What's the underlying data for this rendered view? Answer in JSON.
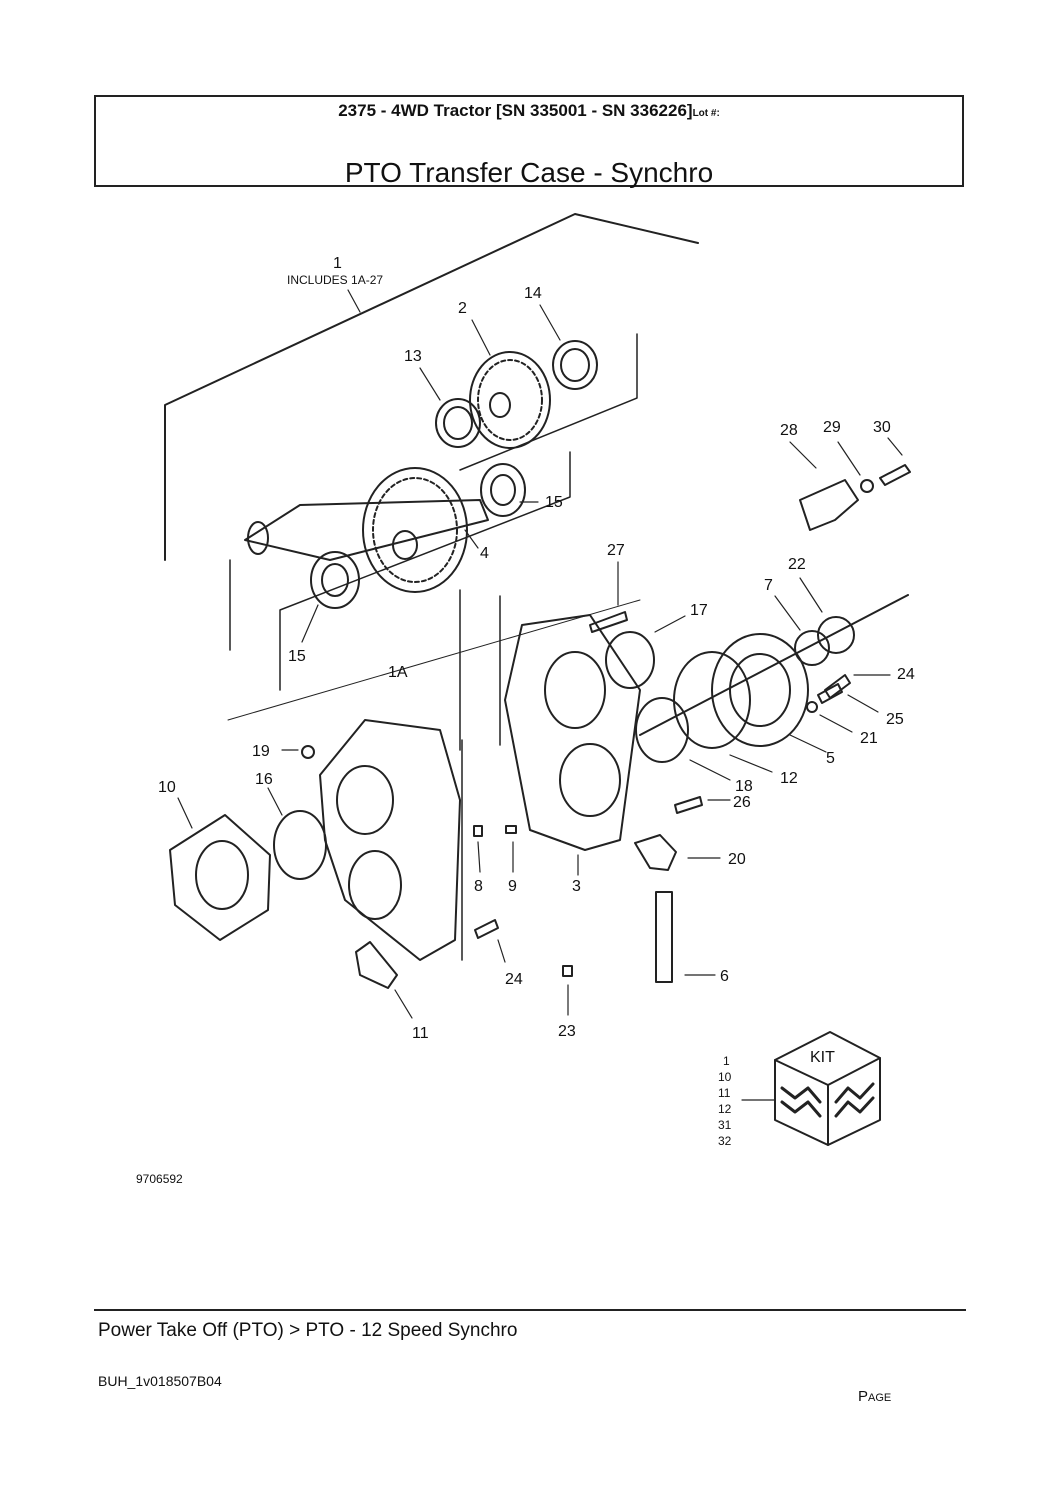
{
  "header": {
    "title": "2375 - 4WD Tractor [SN 335001 - SN 336226]",
    "lot_label": "Lot #:",
    "subtitle": "PTO Transfer Case - Synchro"
  },
  "diagram": {
    "callouts": {
      "c1": "1",
      "c1_note": "INCLUDES 1A-27",
      "c2": "2",
      "c3": "3",
      "c4": "4",
      "c5": "5",
      "c6": "6",
      "c7": "7",
      "c8": "8",
      "c9": "9",
      "c10": "10",
      "c11": "11",
      "c12": "12",
      "c13": "13",
      "c14": "14",
      "c15a": "15",
      "c15b": "15",
      "c16": "16",
      "c17": "17",
      "c18": "18",
      "c19": "19",
      "c20": "20",
      "c21": "21",
      "c22": "22",
      "c23": "23",
      "c24a": "24",
      "c24b": "24",
      "c25": "25",
      "c26": "26",
      "c27": "27",
      "c28": "28",
      "c29": "29",
      "c30": "30",
      "c1A": "1A"
    },
    "kit": {
      "label": "KIT",
      "items": [
        "1",
        "10",
        "11",
        "12",
        "31",
        "32"
      ]
    },
    "figure_number": "9706592"
  },
  "footer": {
    "breadcrumb": "Power Take Off (PTO) > PTO - 12 Speed Synchro",
    "doc_code": "BUH_1v018507B04",
    "page_label": "Page"
  }
}
